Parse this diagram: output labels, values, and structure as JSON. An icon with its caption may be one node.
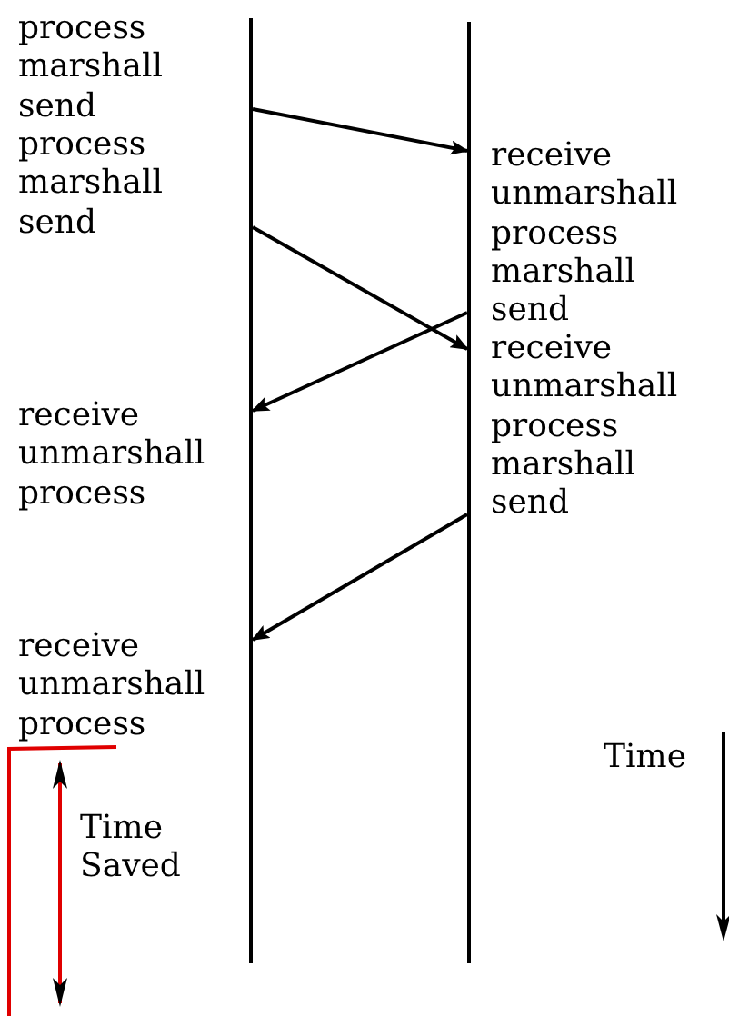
{
  "diagram": {
    "nodes": [
      {
        "text": [],
        "shape": "bar"
      },
      {
        "text": [],
        "shape": "bar"
      }
    ],
    "edges": [
      {
        "from": 0,
        "to": 1,
        "arrow": "to"
      },
      {
        "from": 0,
        "to": 1,
        "arrow": "to"
      },
      {
        "from": 1,
        "to": 0,
        "arrow": "to"
      },
      {
        "from": 1,
        "to": 0,
        "arrow": "to"
      }
    ],
    "labels": [
      "process marshall send",
      "process marshall send",
      "receive unmarshall process marshall send",
      "receive unmarshall process marshall send",
      "receive unmarshall process",
      "receive unmarshall process",
      "Time",
      "Time Saved"
    ]
  }
}
